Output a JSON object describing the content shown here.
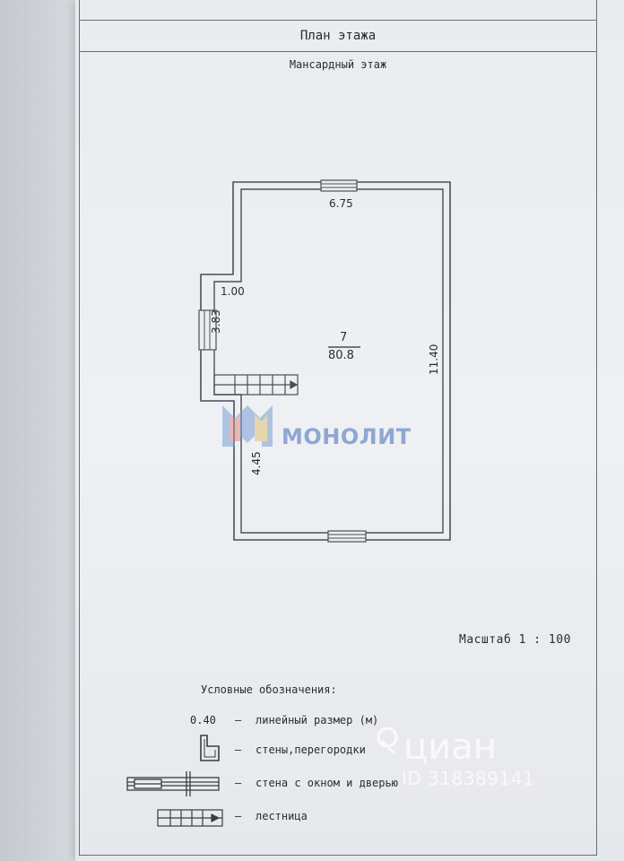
{
  "header": {
    "title": "План этажа",
    "subtitle": "Мансардный этаж"
  },
  "plan": {
    "dim_top": "6.75",
    "dim_step": "1.00",
    "dim_left_upper": "3.83",
    "dim_right": "11.40",
    "dim_left_lower": "4.45",
    "room_number": "7",
    "room_area": "80.8"
  },
  "scale": {
    "text": "Масштаб 1 : 100"
  },
  "legend": {
    "title": "Условные обозначения:",
    "items": [
      {
        "symbol": "0.40",
        "dash": "–",
        "text": "линейный размер (м)"
      },
      {
        "dash": "–",
        "text": "стены,перегородки"
      },
      {
        "dash": "–",
        "text": "стена с окном и дверью"
      },
      {
        "dash": "–",
        "text": "лестница"
      }
    ]
  },
  "watermarks": {
    "monolit": "МОНОЛИТ",
    "cian": "циан",
    "cian_id": "ID 318389141"
  }
}
